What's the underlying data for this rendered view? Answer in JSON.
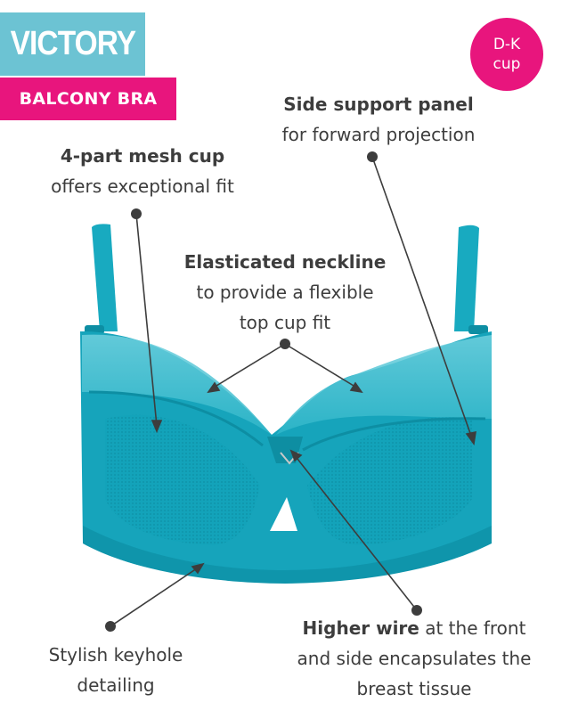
{
  "brand": {
    "name": "VICTORY",
    "style": "BALCONY BRA",
    "colors": {
      "name_bg": "#6cc3d3",
      "style_bg": "#e8157d",
      "product": "#16a4bb"
    }
  },
  "badge": {
    "size": "D-K",
    "unit": "cup",
    "color": "#e8157d"
  },
  "callouts": {
    "mesh": {
      "bold": "4-part mesh cup",
      "rest": "offers exceptional fit"
    },
    "side": {
      "bold": "Side support panel",
      "rest": "for forward projection"
    },
    "neckline": {
      "bold": "Elasticated neckline",
      "rest1": "to provide a flexible",
      "rest2": "top cup fit"
    },
    "keyhole": {
      "line1": "Stylish keyhole",
      "line2": "detailing"
    },
    "wire": {
      "bold": "Higher wire",
      "rest1": " at the front",
      "rest2": "and side encapsulates the",
      "rest3": "breast tissue"
    }
  }
}
